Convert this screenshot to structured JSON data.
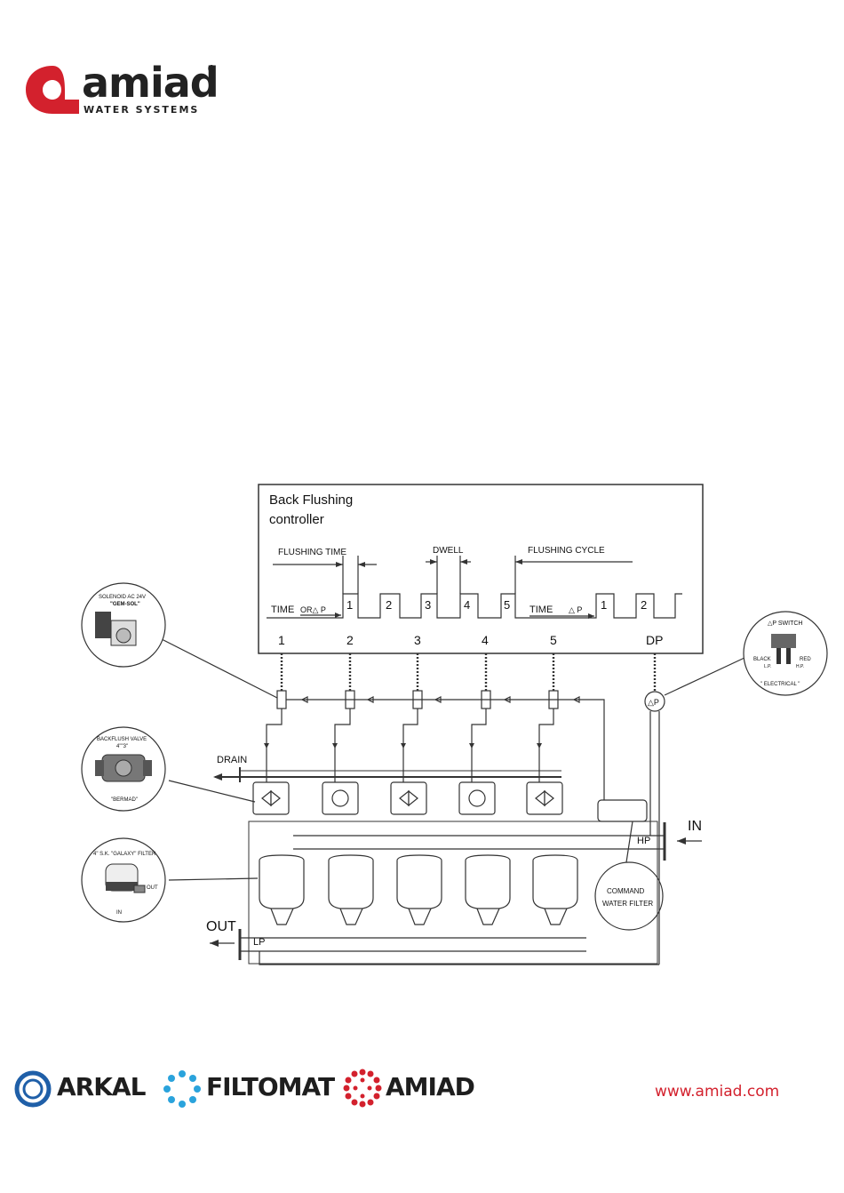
{
  "header": {
    "logo_word": "amiad",
    "logo_sub": "WATER SYSTEMS",
    "logo_reg": "®"
  },
  "controller": {
    "title_line1": "Back Flushing",
    "title_line2": "controller",
    "flushing_time": "FLUSHING TIME",
    "dwell": "DWELL",
    "flushing_cycle": "FLUSHING CYCLE",
    "time_or": "TIME",
    "or_dp": "OR△ P",
    "time2": "TIME",
    "dp2": "△ P",
    "pulses": [
      "1",
      "2",
      "3",
      "4",
      "5",
      "1",
      "2"
    ],
    "outputs": [
      "1",
      "2",
      "3",
      "4",
      "5"
    ],
    "dp_output": "DP"
  },
  "labels": {
    "drain": "DRAIN",
    "in": "IN",
    "out": "OUT",
    "hp": "HP",
    "lp": "LP",
    "dp_symbol": "△P",
    "command_filter_1": "COMMAND",
    "command_filter_2": "WATER FILTER"
  },
  "callouts": {
    "solenoid_title": "SOLENOID AC 24V",
    "solenoid_name": "\"GEM-SOL\"",
    "dp_switch_title": "△P SWITCH",
    "dp_switch_black": "BLACK",
    "dp_switch_red": "RED",
    "dp_switch_lp": "L.P.",
    "dp_switch_hp": "H.P.",
    "dp_switch_electrical": "\" ELECTRICAL \"",
    "valve_title": "BACKFLUSH VALVE",
    "valve_size": "4\"\"3\"",
    "valve_name": "\"BERMAD\"",
    "filter_title": "4\" S.K. \"GALAXY\" FILTER",
    "filter_out": "OUT",
    "filter_in": "IN"
  },
  "footer": {
    "brands": [
      "ARKAL",
      "FILTOMAT",
      "AMIAD"
    ],
    "website": "www.amiad.com"
  },
  "colors": {
    "amiad_red": "#d3212d",
    "arkal_blue": "#1f5fa8",
    "filtomat_cyan": "#2aa3dc",
    "line": "#333333"
  }
}
